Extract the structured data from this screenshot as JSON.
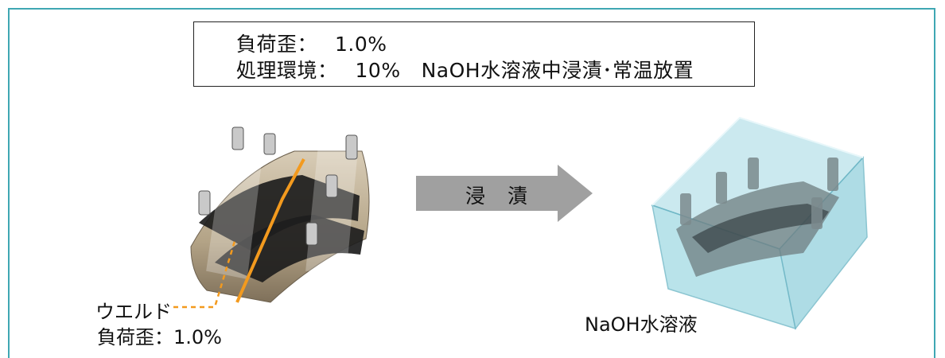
{
  "conditions": {
    "strain_key": "負荷歪：",
    "strain_value": "1.0%",
    "env_key": "処理環境：",
    "env_conc": "10%",
    "env_desc": "NaOH水溶液中浸漬･常温放置"
  },
  "process": {
    "arrow_label": "浸 漬"
  },
  "specimen": {
    "weld_label": "ウエルド",
    "strain_label": "負荷歪：1.0%"
  },
  "tank": {
    "label": "NaOH水溶液"
  },
  "colors": {
    "frame": "#3fa7b3",
    "weld_line": "#f39a1e",
    "arrow": "#a0a0a0",
    "specimen_body": "#b7a88f",
    "strap": "#1d1d1d",
    "water": "#a8dde6"
  }
}
